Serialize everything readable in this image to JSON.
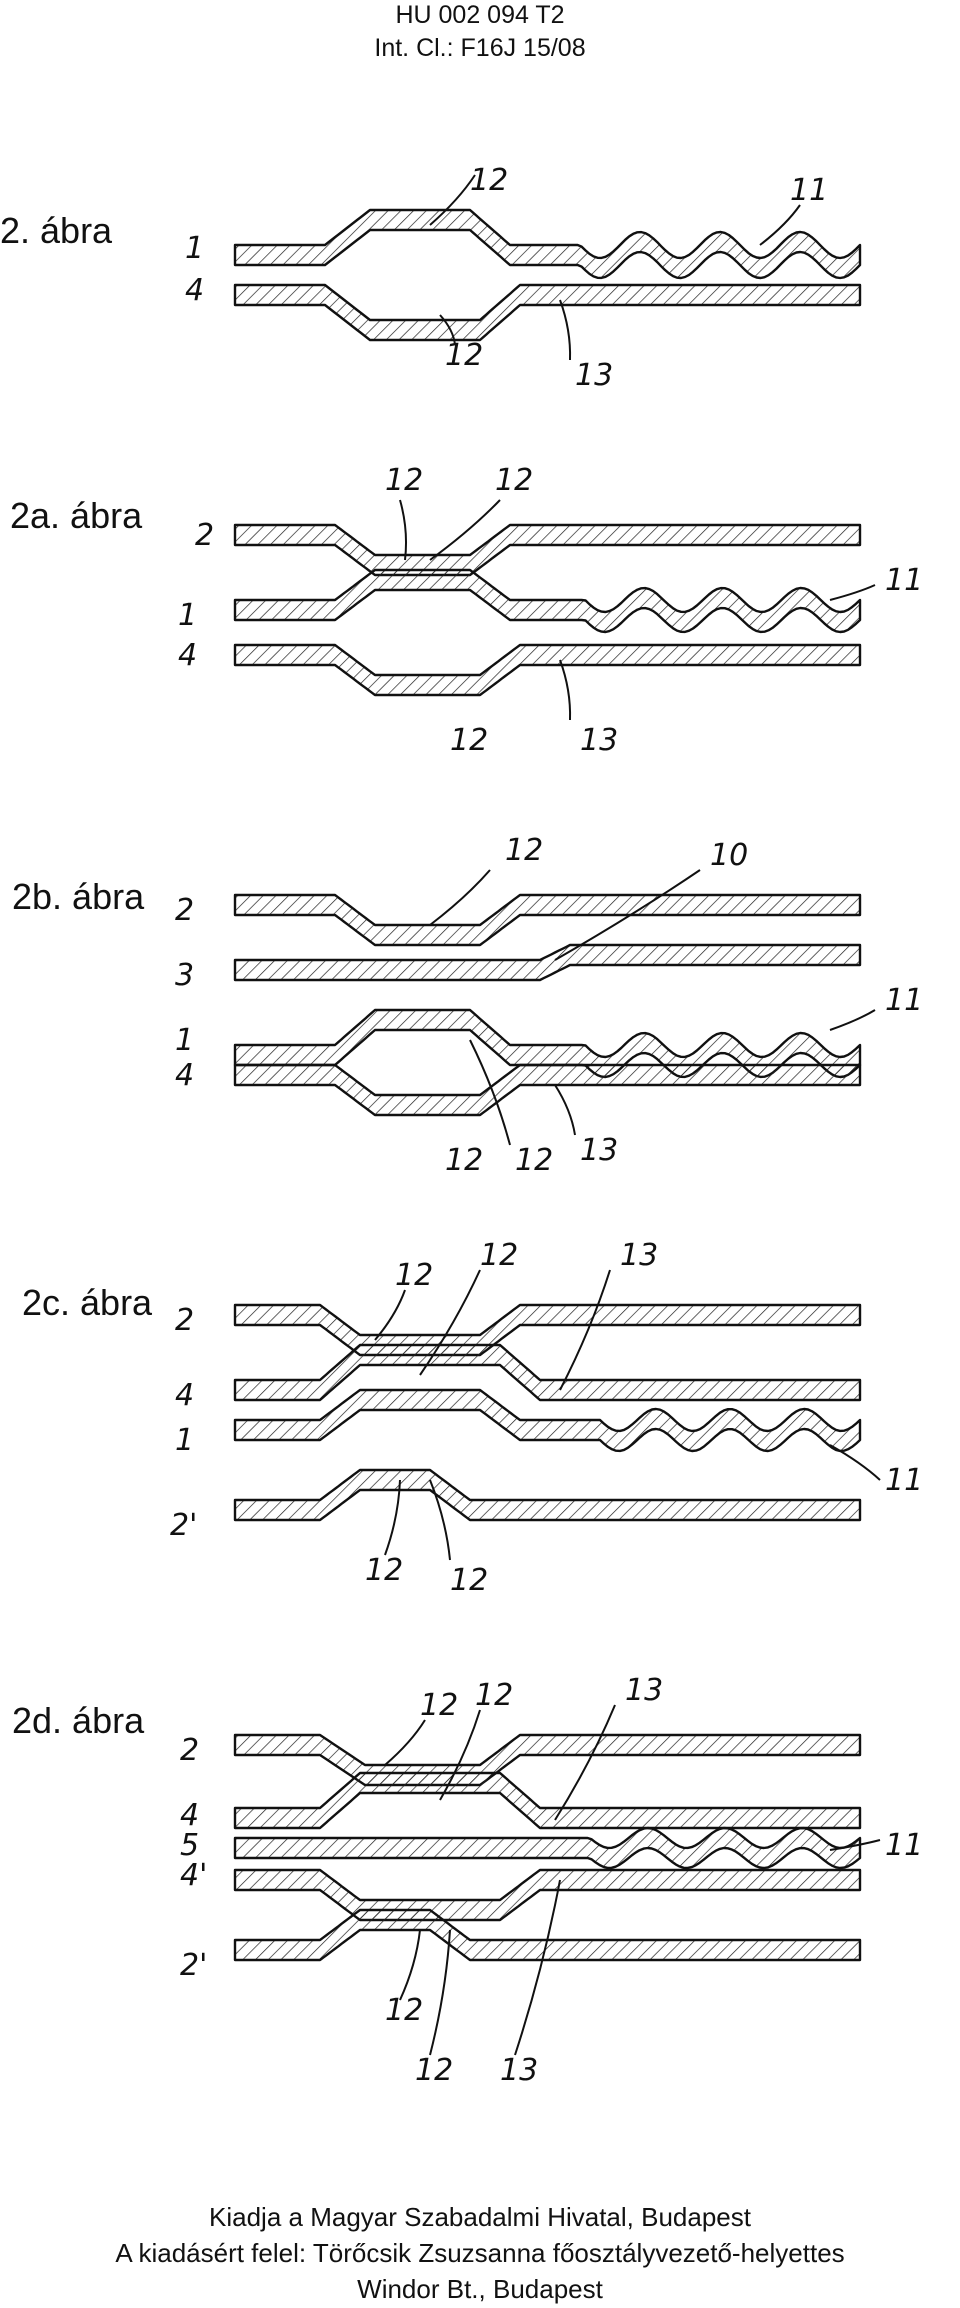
{
  "header": {
    "doc_number": "HU 002 094 T2",
    "classification": "Int. Cl.: F16J 15/08"
  },
  "figures": [
    {
      "label": "2. ábra",
      "numbers": [
        "1",
        "4",
        "12",
        "11",
        "12",
        "13"
      ]
    },
    {
      "label": "2a. ábra",
      "numbers": [
        "2",
        "1",
        "4",
        "12",
        "12",
        "11",
        "12",
        "13"
      ]
    },
    {
      "label": "2b. ábra",
      "numbers": [
        "2",
        "3",
        "1",
        "4",
        "12",
        "10",
        "11",
        "12",
        "12",
        "13"
      ]
    },
    {
      "label": "2c. ábra",
      "numbers": [
        "2",
        "4",
        "1",
        "2'",
        "12",
        "12",
        "13",
        "11",
        "12",
        "12"
      ]
    },
    {
      "label": "2d. ábra",
      "numbers": [
        "2",
        "4",
        "5",
        "4'",
        "2'",
        "12",
        "12",
        "13",
        "11",
        "12",
        "12",
        "13"
      ]
    }
  ],
  "footer": {
    "line1": "Kiadja a Magyar Szabadalmi Hivatal, Budapest",
    "line2": "A kiadásért felel: Törőcsik Zsuzsanna főosztályvezető-helyettes",
    "line3": "Windor Bt., Budapest"
  }
}
